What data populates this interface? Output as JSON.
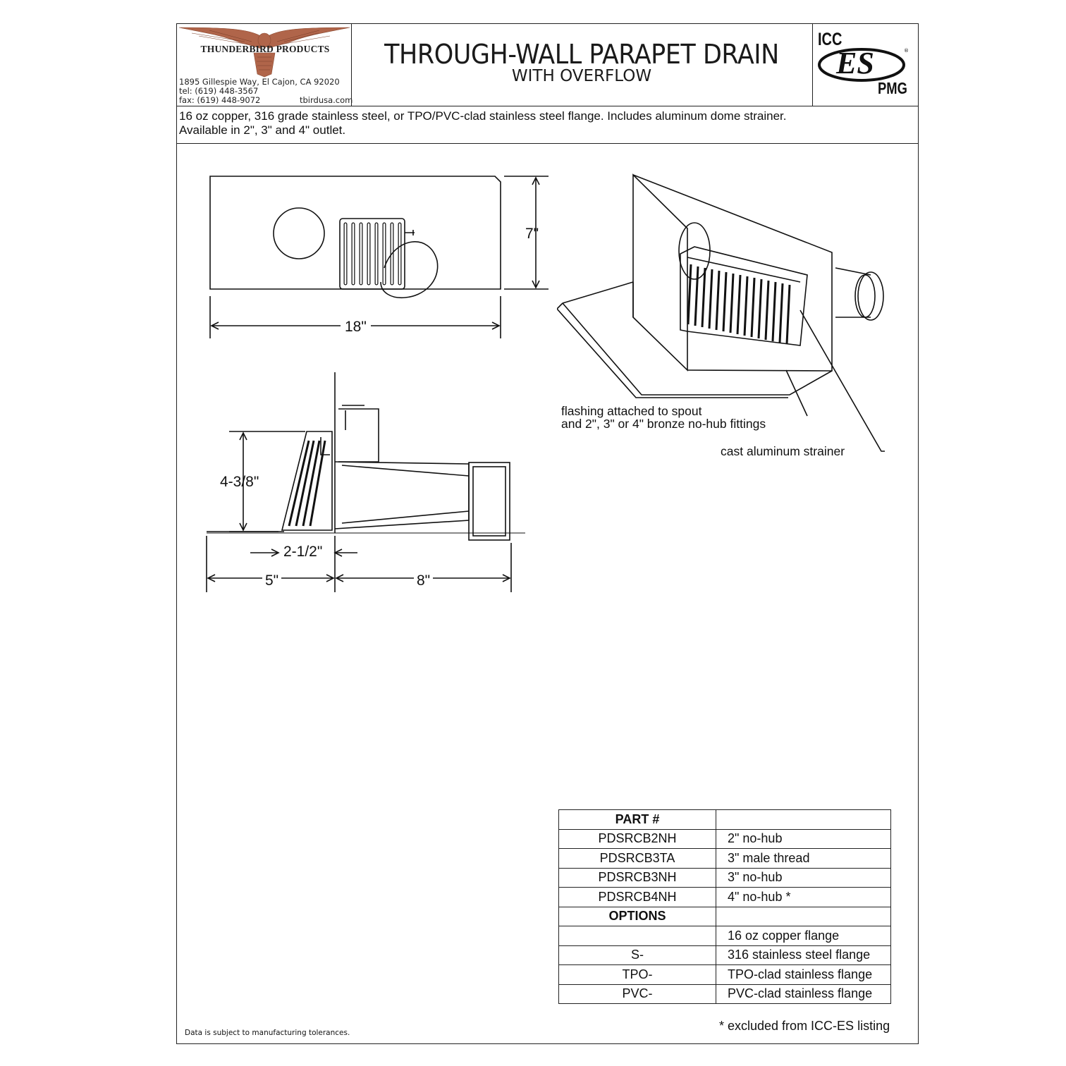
{
  "header": {
    "company": "THUNDERBIRD PRODUCTS",
    "address_line": "1895 Gillespie Way,  El Cajon,  CA 92020",
    "tel": "tel:  (619) 448-3567",
    "fax": "fax:  (619) 448-9072",
    "website": "tbirdusa.com",
    "title": "THROUGH-WALL PARAPET DRAIN",
    "subtitle": "WITH OVERFLOW",
    "cert_top": "ICC",
    "cert_mid": "ES",
    "cert_bottom": "PMG"
  },
  "description": {
    "line1": "16 oz copper, 316 grade stainless steel, or TPO/PVC-clad stainless steel flange. Includes aluminum dome strainer.",
    "line2": "Available in 2\", 3\" and 4\" outlet."
  },
  "dimensions": {
    "front_height": "7\"",
    "front_width": "18\"",
    "side_height": "4-3/8\"",
    "side_inner": "2-1/2\"",
    "side_left": "5\"",
    "side_right": "8\""
  },
  "callouts": {
    "flashing_line1": "flashing attached to spout",
    "flashing_line2": "and 2\", 3\" or 4\" bronze no-hub fittings",
    "strainer": "cast aluminum strainer"
  },
  "table": {
    "header_part": "PART #",
    "header_desc": "",
    "parts": [
      {
        "part": "PDSRCB2NH",
        "desc": "2\" no-hub"
      },
      {
        "part": "PDSRCB3TA",
        "desc": "3\" male thread"
      },
      {
        "part": "PDSRCB3NH",
        "desc": "3\" no-hub"
      },
      {
        "part": "PDSRCB4NH",
        "desc": "4\" no-hub *"
      }
    ],
    "options_label": "OPTIONS",
    "options": [
      {
        "code": "",
        "desc": "16 oz copper flange"
      },
      {
        "code": "S-",
        "desc": "316 stainless steel flange"
      },
      {
        "code": "TPO-",
        "desc": "TPO-clad stainless flange"
      },
      {
        "code": "PVC-",
        "desc": "PVC-clad stainless flange"
      }
    ]
  },
  "footnote": "* excluded from ICC-ES listing",
  "disclaimer": "Data is subject to manufacturing tolerances.",
  "colors": {
    "logo": "#b0654a",
    "ink": "#111111"
  }
}
